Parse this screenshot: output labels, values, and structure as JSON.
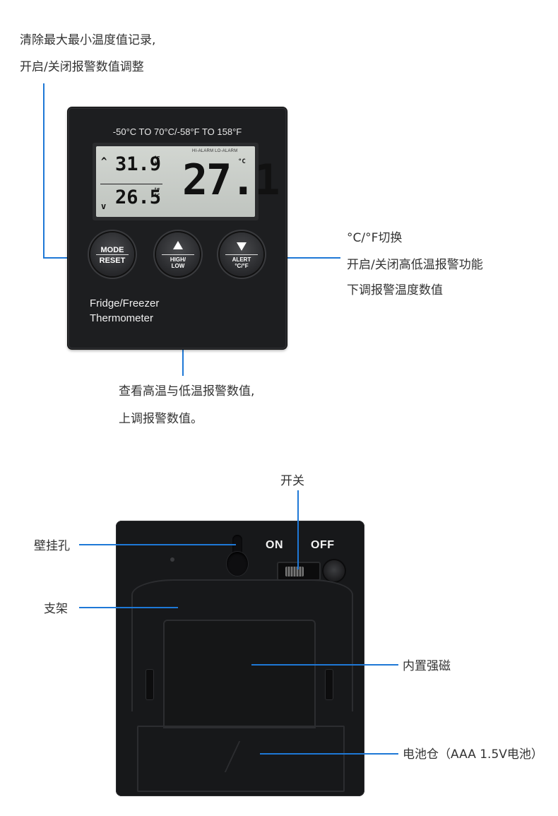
{
  "annotations": {
    "top_left_line1": "清除最大最小温度值记录,",
    "top_left_line2": "开启/关闭报警数值调整",
    "right_line1": "°C/°F切换",
    "right_line2": "开启/关闭高低温报警功能",
    "right_line3": "下调报警温度数值",
    "bottom_line1": "查看高温与低温报警数值,",
    "bottom_line2": "上调报警数值。",
    "switch_label": "开关",
    "hang_hole": "壁挂孔",
    "stand": "支架",
    "magnet": "内置强磁",
    "battery": "电池仓（AAA 1.5V电池）"
  },
  "front": {
    "range": "-50°C TO 70°C/-58°F TO 158°F",
    "alarm_labels": "HI-ALARM  LO-ALARM",
    "max_arrow": "^",
    "max_value": "31.9",
    "min_arrow": "v",
    "min_value": "26.5",
    "main_value": "27.1",
    "unit_small": "°F\n°C",
    "unit_big": "°C",
    "btn_mode_top": "MODE",
    "btn_mode_bottom": "RESET",
    "btn_high_bottom": "HIGH/\nLOW",
    "btn_alert_bottom": "ALERT\n°C/°F",
    "caption_line1": "Fridge/Freezer",
    "caption_line2": "Thermometer"
  },
  "back": {
    "on_label": "ON",
    "off_label": "OFF"
  },
  "colors": {
    "callout_line": "#1e78d6",
    "device_body": "#1d1e20",
    "lcd": "#c8ccc7"
  }
}
